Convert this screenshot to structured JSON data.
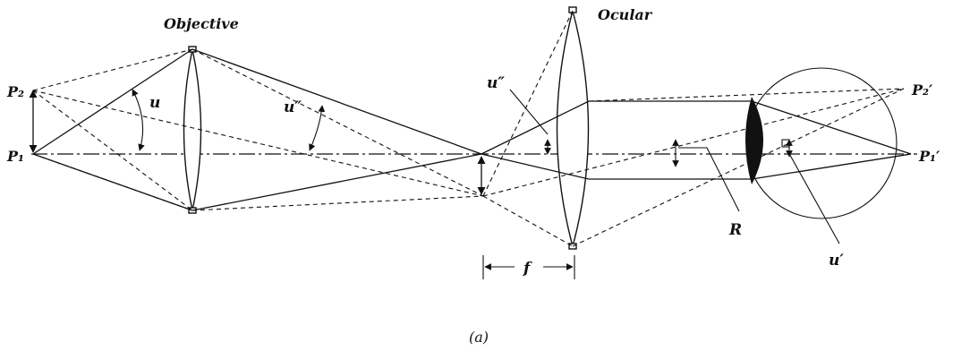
{
  "labels": {
    "objective": "Objective",
    "ocular": "Ocular",
    "p2": "P₂",
    "p1": "P₁",
    "u": "u",
    "u_double_prime_left": "u″",
    "u_double_prime_mid": "u″",
    "p2_prime": "P₂′",
    "p1_prime": "P₁′",
    "r": "R",
    "u_prime": "u′",
    "f": "f",
    "caption": "(a)"
  }
}
